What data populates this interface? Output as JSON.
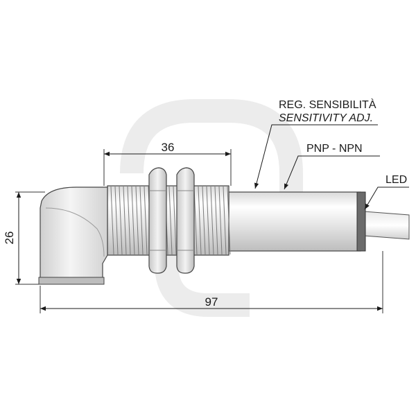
{
  "dimensions": {
    "thread_length": "36",
    "height": "26",
    "total_length": "97"
  },
  "callouts": {
    "sensitivity_it": "REG. SENSIBILITÀ",
    "sensitivity_en": "SENSITIVITY ADJ.",
    "output": "PNP - NPN",
    "led": "LED"
  }
}
